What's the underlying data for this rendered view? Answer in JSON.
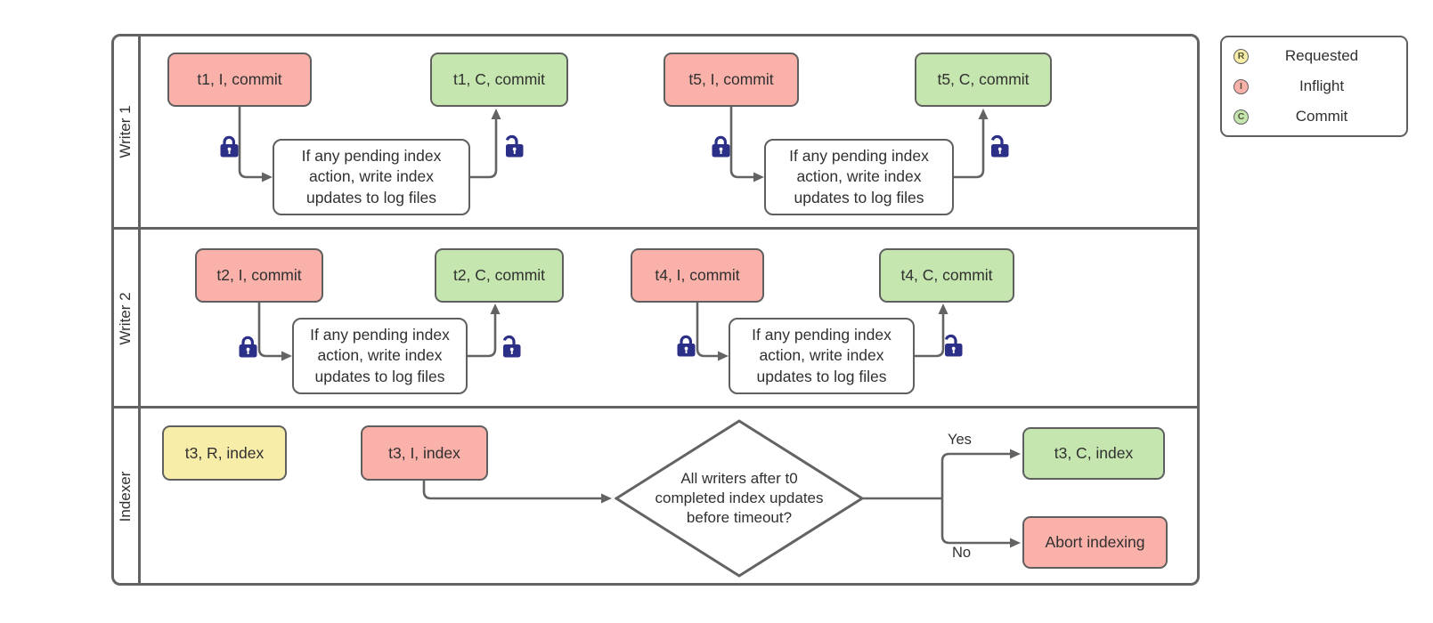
{
  "lanes": [
    {
      "label": "Writer 1"
    },
    {
      "label": "Writer 2"
    },
    {
      "label": "Indexer"
    }
  ],
  "nodes": {
    "t1_inflight": "t1, I, commit",
    "t1_commit": "t1, C, commit",
    "t5_inflight": "t5, I, commit",
    "t5_commit": "t5, C, commit",
    "t2_inflight": "t2, I, commit",
    "t2_commit": "t2, C, commit",
    "t4_inflight": "t4, I, commit",
    "t4_commit": "t4, C, commit",
    "t3_requested": "t3, R, index",
    "t3_inflight": "t3, I, index",
    "t3_commit": "t3, C, index",
    "abort": "Abort indexing"
  },
  "notes": {
    "pending_index": "If any pending index action, write index updates to log files"
  },
  "decision": {
    "line1": "All writers after t0",
    "line2": "completed index updates",
    "line3": "before timeout?"
  },
  "branch": {
    "yes": "Yes",
    "no": "No"
  },
  "legend": {
    "items": [
      {
        "letter": "R",
        "label": "Requested"
      },
      {
        "letter": "I",
        "label": "Inflight"
      },
      {
        "letter": "C",
        "label": "Commit"
      }
    ]
  },
  "colors": {
    "line": "#636363",
    "border": "#5f5f5f",
    "text": "#303030",
    "red-fill": "#f9b1aa",
    "green-fill": "#c6e6b0",
    "yellow-fill": "#f8eca9",
    "white-fill": "#ffffff",
    "lock": "#2c2f88"
  }
}
